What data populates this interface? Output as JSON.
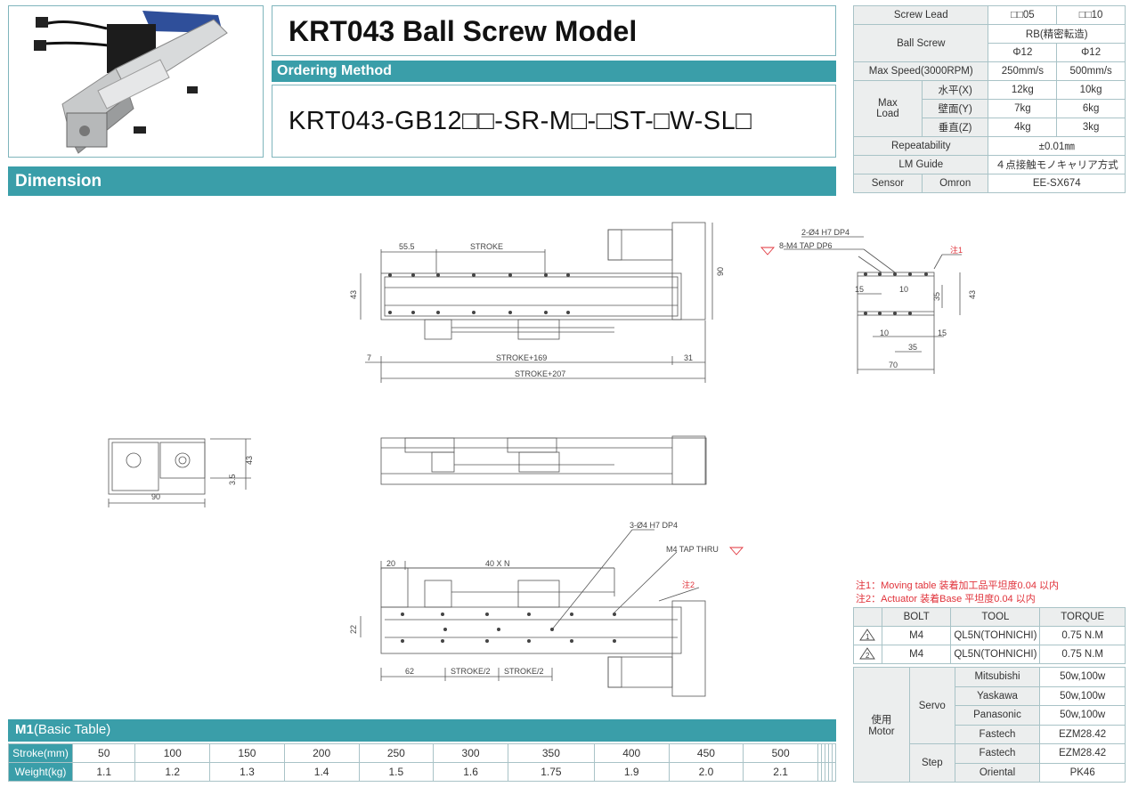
{
  "header": {
    "title": "KRT043 Ball Screw Model",
    "ordering_method_label": "Ordering Method",
    "ordering_code": "KRT043-GB12□□-SR-M□-□ST-□W-SL□",
    "dimension_label": "Dimension"
  },
  "spec_table": {
    "screw_lead": {
      "label": "Screw Lead",
      "v1": "□□05",
      "v2": "□□10"
    },
    "ball_screw": {
      "label": "Ball Screw",
      "type": "RB(精密転造)",
      "v1": "Φ12",
      "v2": "Φ12"
    },
    "max_speed": {
      "label": "Max Speed(3000RPM)",
      "v1": "250mm/s",
      "v2": "500mm/s"
    },
    "max_load": {
      "label": "Max Load",
      "rows": [
        {
          "dir": "水平(X)",
          "v1": "12kg",
          "v2": "10kg"
        },
        {
          "dir": "壁面(Y)",
          "v1": "7kg",
          "v2": "6kg"
        },
        {
          "dir": "垂直(Z)",
          "v1": "4kg",
          "v2": "3kg"
        }
      ]
    },
    "repeatability": {
      "label": "Repeatability",
      "value": "±0.01㎜"
    },
    "lm_guide": {
      "label": "LM Guide",
      "value": "４点接触モノキャリア方式"
    },
    "sensor": {
      "label": "Sensor",
      "maker": "Omron",
      "value": "EE-SX674"
    }
  },
  "notes": {
    "n1": "注1：Moving table 装着加工品平坦度0.04 以内",
    "n2": "注2：Actuator 装着Base 平坦度0.04 以内"
  },
  "bolt_table": {
    "headers": [
      "BOLT",
      "TOOL",
      "TORQUE"
    ],
    "rows": [
      {
        "mark": "1",
        "bolt": "M4",
        "tool": "QL5N(TOHNICHI)",
        "torque": "0.75 N.M"
      },
      {
        "mark": "2",
        "bolt": "M4",
        "tool": "QL5N(TOHNICHI)",
        "torque": "0.75 N.M"
      }
    ]
  },
  "motor_table": {
    "label": "使用 Motor",
    "servo_label": "Servo",
    "step_label": "Step",
    "servo": [
      {
        "maker": "Mitsubishi",
        "model": "50w,100w"
      },
      {
        "maker": "Yaskawa",
        "model": "50w,100w"
      },
      {
        "maker": "Panasonic",
        "model": "50w,100w"
      },
      {
        "maker": "Fastech",
        "model": "EZM28.42"
      }
    ],
    "step": [
      {
        "maker": "Fastech",
        "model": "EZM28.42"
      },
      {
        "maker": "Oriental",
        "model": "PK46"
      }
    ]
  },
  "m1_table": {
    "title": "M1",
    "subtitle": "(Basic Table)",
    "stroke_label": "Stroke(mm)",
    "weight_label": "Weight(kg)",
    "strokes": [
      "50",
      "100",
      "150",
      "200",
      "250",
      "300",
      "350",
      "400",
      "450",
      "500",
      "",
      "",
      "",
      "",
      ""
    ],
    "weights": [
      "1.1",
      "1.2",
      "1.3",
      "1.4",
      "1.5",
      "1.6",
      "1.75",
      "1.9",
      "2.0",
      "2.1",
      "",
      "",
      "",
      "",
      ""
    ]
  },
  "drawing": {
    "top": {
      "d55": "55.5",
      "stroke": "STROKE",
      "d90": "90",
      "d43": "43",
      "d7": "7",
      "stroke169": "STROKE+169",
      "d31": "31",
      "stroke207": "STROKE+207"
    },
    "side": {
      "hole": "2-Ø4 H7 DP4",
      "tap": "8-M4 TAP DP6",
      "note1": "注1",
      "d15a": "15",
      "d10a": "10",
      "d35": "35",
      "d43": "43",
      "d10b": "10",
      "d35b": "35",
      "d15b": "15",
      "d70": "70"
    },
    "end": {
      "d43": "43",
      "d35": "3.5",
      "d90": "90"
    },
    "bottom": {
      "hole": "3-Ø4 H7 DP4",
      "tap": "M4 TAP THRU",
      "note2": "注2",
      "d20": "20",
      "d40n": "40 X N",
      "d22": "22",
      "d62": "62",
      "s2a": "STROKE/2",
      "s2b": "STROKE/2"
    }
  },
  "colors": {
    "teal": "#3a9ea9",
    "red": "#e0323a",
    "line": "#555555"
  }
}
